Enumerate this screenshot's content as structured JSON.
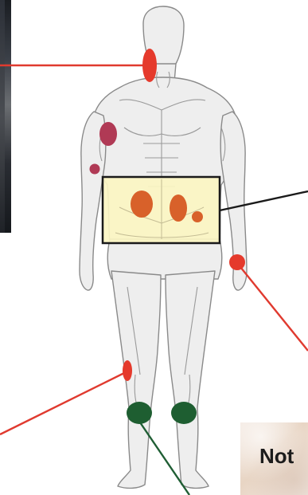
{
  "note_card": {
    "label": "Not"
  },
  "colors": {
    "callout_red": "#e03a2f",
    "callout_dark": "#1a1a1a",
    "callout_green": "#1f5e34",
    "marker_red": "#e53a2c",
    "marker_crimson": "#b03a55",
    "marker_orange": "#d8612a",
    "marker_green": "#1e5e31",
    "highlight_fill": "#fbf5c2",
    "body_fill": "#eeeeee",
    "body_outline": "#8a8a8a"
  },
  "markers": [
    {
      "name": "neck-marker",
      "color": "marker_red"
    },
    {
      "name": "shoulder-marker",
      "color": "marker_crimson"
    },
    {
      "name": "arm-marker",
      "color": "marker_crimson"
    },
    {
      "name": "abdomen-marker-left",
      "color": "marker_orange"
    },
    {
      "name": "abdomen-marker-center",
      "color": "marker_orange"
    },
    {
      "name": "abdomen-marker-small",
      "color": "marker_orange"
    },
    {
      "name": "wrist-marker",
      "color": "marker_red"
    },
    {
      "name": "thigh-marker",
      "color": "marker_red"
    },
    {
      "name": "knee-marker-left",
      "color": "marker_green"
    },
    {
      "name": "knee-marker-right",
      "color": "marker_green"
    }
  ]
}
